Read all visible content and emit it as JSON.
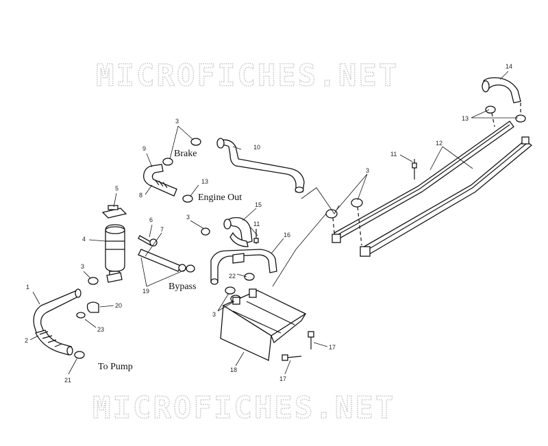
{
  "watermark": {
    "top": "MICROFICHES.NET",
    "bottom": "MICROFICHES.NET"
  },
  "labels": {
    "brake": "Brake",
    "engine_out": "Engine Out",
    "bypass": "Bypass",
    "to_pump": "To Pump"
  },
  "callouts": {
    "c1": "1",
    "c2": "2",
    "c3a": "3",
    "c3b": "3",
    "c3c": "3",
    "c3d": "3",
    "c3e": "3",
    "c4": "4",
    "c5": "5",
    "c6": "6",
    "c7": "7",
    "c8": "8",
    "c9": "9",
    "c10": "10",
    "c11a": "11",
    "c11b": "11",
    "c12": "12",
    "c13a": "13",
    "c13b": "13",
    "c14": "14",
    "c15": "15",
    "c16": "16",
    "c17a": "17",
    "c17b": "17",
    "c18": "18",
    "c19": "19",
    "c20": "20",
    "c21": "21",
    "c22": "22",
    "c23": "23"
  }
}
